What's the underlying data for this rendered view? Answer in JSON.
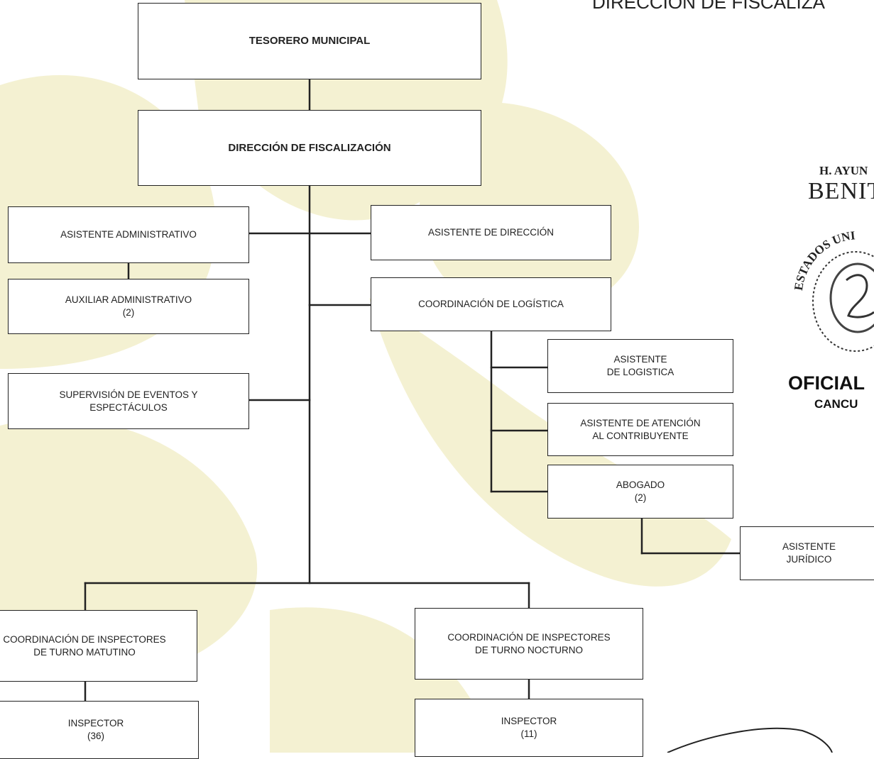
{
  "header": {
    "title": "DIRECCIÓN DE FISCALIZA"
  },
  "seal": {
    "line1": "H. AYUN",
    "line2": "BENITO",
    "arc_text": "ESTADOS UNI",
    "oficial": "OFICIAL",
    "city": "CANCU"
  },
  "org": {
    "tesorero": "TESORERO MUNICIPAL",
    "direccion": "DIRECCIÓN DE FISCALIZACIÓN",
    "asistente_admin": "ASISTENTE  ADMINISTRATIVO",
    "auxiliar_admin": "AUXILIAR ADMINISTRATIVO\n(2)",
    "supervision": "SUPERVISIÓN DE EVENTOS Y\nESPECTÁCULOS",
    "asistente_direccion": "ASISTENTE DE DIRECCIÓN",
    "coord_logistica": "COORDINACIÓN DE LOGÍSTICA",
    "asistente_logistica": "ASISTENTE\nDE LOGISTICA",
    "asistente_atencion": "ASISTENTE DE ATENCIÓN\nAL CONTRIBUYENTE",
    "abogado": "ABOGADO\n(2)",
    "asistente_juridico": "ASISTENTE\nJURÍDICO",
    "coord_matutino": "COORDINACIÓN  DE INSPECTORES\nDE TURNO MATUTINO",
    "coord_nocturno": "COORDINACIÓN DE INSPECTORES\nDE TURNO NOCTURNO",
    "inspector_matutino": "INSPECTOR\n(36)",
    "inspector_nocturno": "INSPECTOR\n(11)"
  },
  "colors": {
    "line": "#222222",
    "watermark": "#f3f0cf",
    "box_border": "#222222"
  }
}
